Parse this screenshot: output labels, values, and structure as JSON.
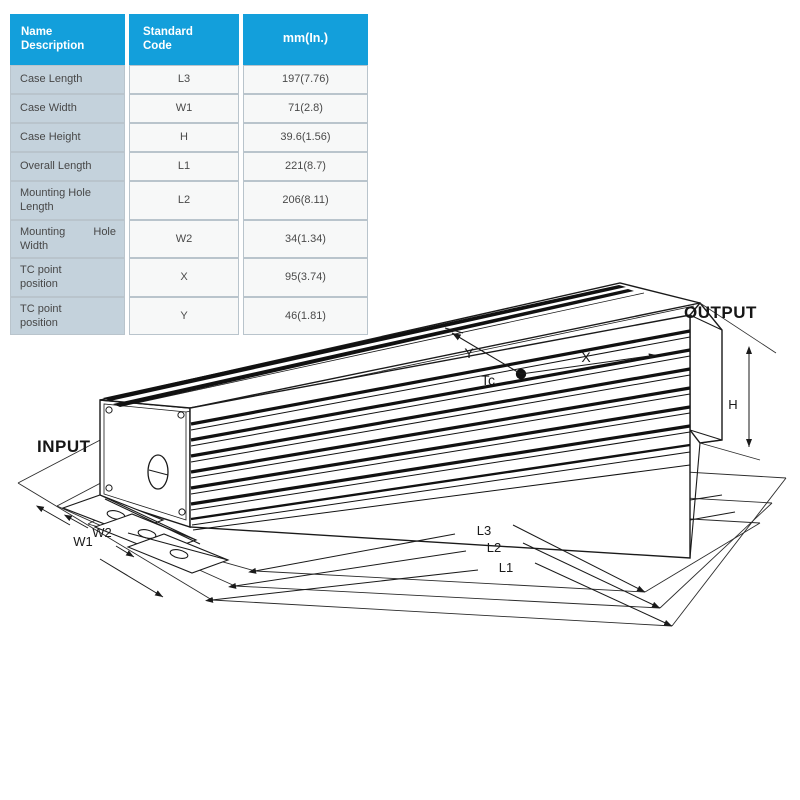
{
  "table": {
    "headers": {
      "name": "Name\nDescription",
      "name_line1": "Name",
      "name_line2": "Description",
      "code_line1": "Standard",
      "code_line2": "Code",
      "unit": "mm(In.)"
    },
    "rows": [
      {
        "name": "Case Length",
        "name_l1": "Case Length",
        "name_l2": "",
        "code": "L3",
        "value": "197(7.76)"
      },
      {
        "name": "Case Width",
        "name_l1": "Case Width",
        "name_l2": "",
        "code": "W1",
        "value": "71(2.8)"
      },
      {
        "name": "Case Height",
        "name_l1": "Case Height",
        "name_l2": "",
        "code": "H",
        "value": "39.6(1.56)"
      },
      {
        "name": "Overall Length",
        "name_l1": "Overall Length",
        "name_l2": "",
        "code": "L1",
        "value": "221(8.7)"
      },
      {
        "name": "Mounting Hole Length",
        "name_l1": "Mounting Hole",
        "name_l2": "Length",
        "code": "L2",
        "value": "206(8.11)"
      },
      {
        "name": "Mounting Hole Width",
        "name_l1": "Mounting   Hole",
        "name_l2": "Width",
        "code": "W2",
        "value": "34(1.34)"
      },
      {
        "name": "TC point position",
        "name_l1": "TC point",
        "name_l2": "position",
        "code": "X",
        "value": "95(3.74)"
      },
      {
        "name": "TC point position",
        "name_l1": "TC point",
        "name_l2": "position",
        "code": "Y",
        "value": "46(1.81)"
      }
    ]
  },
  "drawing": {
    "input_label": "INPUT",
    "output_label": "OUTPUT",
    "tc_label": "Tc",
    "dimensions": {
      "h": "H",
      "x": "X",
      "y": "Y",
      "l1": "L1",
      "l2": "L2",
      "l3": "L3",
      "w1": "W1",
      "w2": "W2"
    }
  },
  "colors": {
    "header_blue": "#139fdb",
    "name_cell_bg": "#c4d2dc",
    "value_cell_bg": "#f7f8f8",
    "border": "#b9c4cc",
    "line": "#1a1a1a",
    "background": "#ffffff"
  }
}
